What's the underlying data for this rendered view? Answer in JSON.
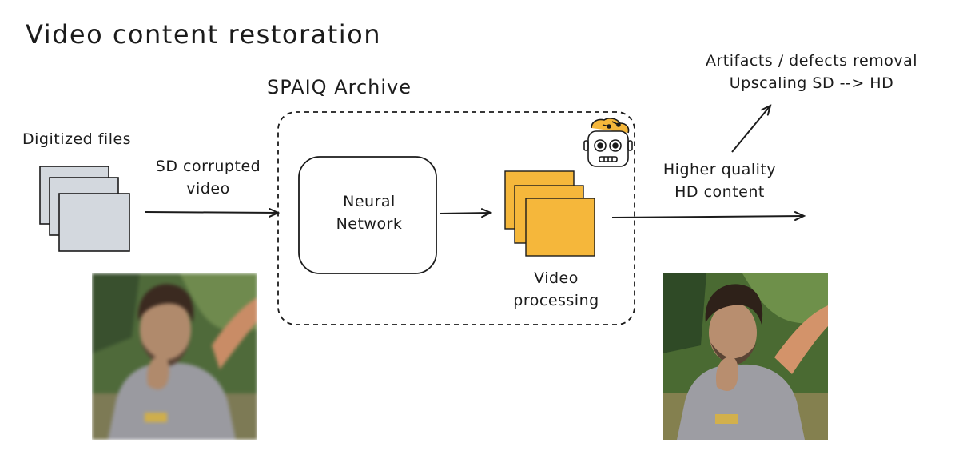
{
  "title": "Video content restoration",
  "archive": {
    "title": "SPAIQ Archive"
  },
  "input": {
    "label": "Digitized files",
    "arrow_label": [
      "SD corrupted",
      "video"
    ]
  },
  "neural_network": {
    "label": [
      "Neural",
      "Network"
    ]
  },
  "video_processing": {
    "label": [
      "Video",
      "processing"
    ]
  },
  "output": {
    "arrow_label": [
      "Higher quality",
      "HD content"
    ],
    "results": [
      "Artifacts / defects removal",
      "Upscaling SD --> HD"
    ]
  },
  "colors": {
    "file_fill": "#d3d8de",
    "frame_fill": "#f5b73b",
    "stroke": "#1b1b1b",
    "background": "#ffffff"
  },
  "icons": {
    "robot": "robot-brain-icon"
  }
}
